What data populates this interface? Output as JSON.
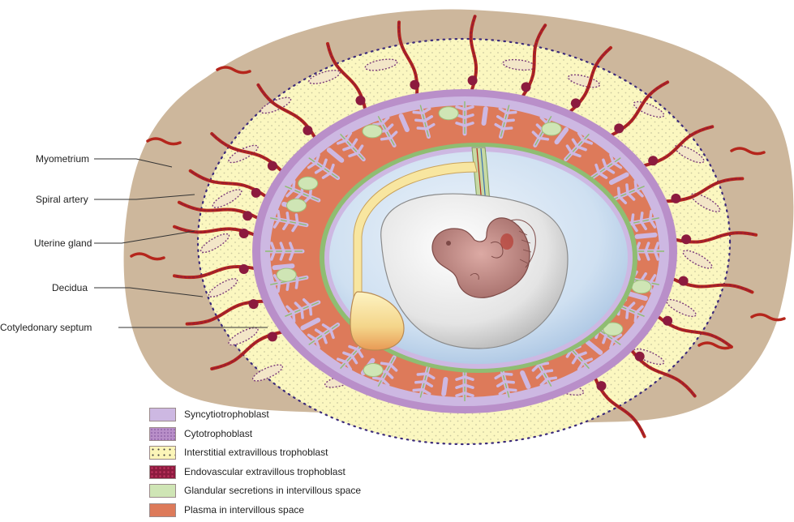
{
  "labels": {
    "myometrium": "Myometrium",
    "spiral_artery": "Spiral artery",
    "uterine_gland": "Uterine gland",
    "decidua": "Decidua",
    "cotyledonary_septum": "Cotyledonary septum"
  },
  "legend": [
    {
      "label": "Syncytiotrophoblast",
      "color": "#cdb8e2"
    },
    {
      "label": "Cytotrophoblast",
      "color": "#b98fc9"
    },
    {
      "label": "Interstitial extravillous trophoblast",
      "color": "#fbf5b8"
    },
    {
      "label": "Endovascular extravillous trophoblast",
      "color": "#8c1a3e"
    },
    {
      "label": "Glandular secretions in intervillous space",
      "color": "#cfe5b5"
    },
    {
      "label": "Plasma in intervillous space",
      "color": "#dd7a5a"
    }
  ],
  "colors": {
    "myometrium": "#cdb79c",
    "decidua": "#fbf7c0",
    "plasma": "#dd7a5a",
    "syncytio": "#cdb8e2",
    "cyto": "#b98fc9",
    "chorion": "#8fbd72",
    "exocoelom": "#c8dcef",
    "amnion": "#dcdcdc",
    "embryo": "#c08a86",
    "yolk_sac": "#f4d58a",
    "artery": "#b5261c",
    "endovascular": "#8c1a3e"
  }
}
